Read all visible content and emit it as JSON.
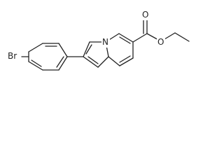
{
  "molecule": {
    "atoms": {
      "bromine": "Br",
      "nitrogen": "N",
      "carbonyl_oxygen": "O",
      "ester_oxygen": "O"
    },
    "colors": {
      "bond": "#222222",
      "background": "#ffffff"
    }
  }
}
